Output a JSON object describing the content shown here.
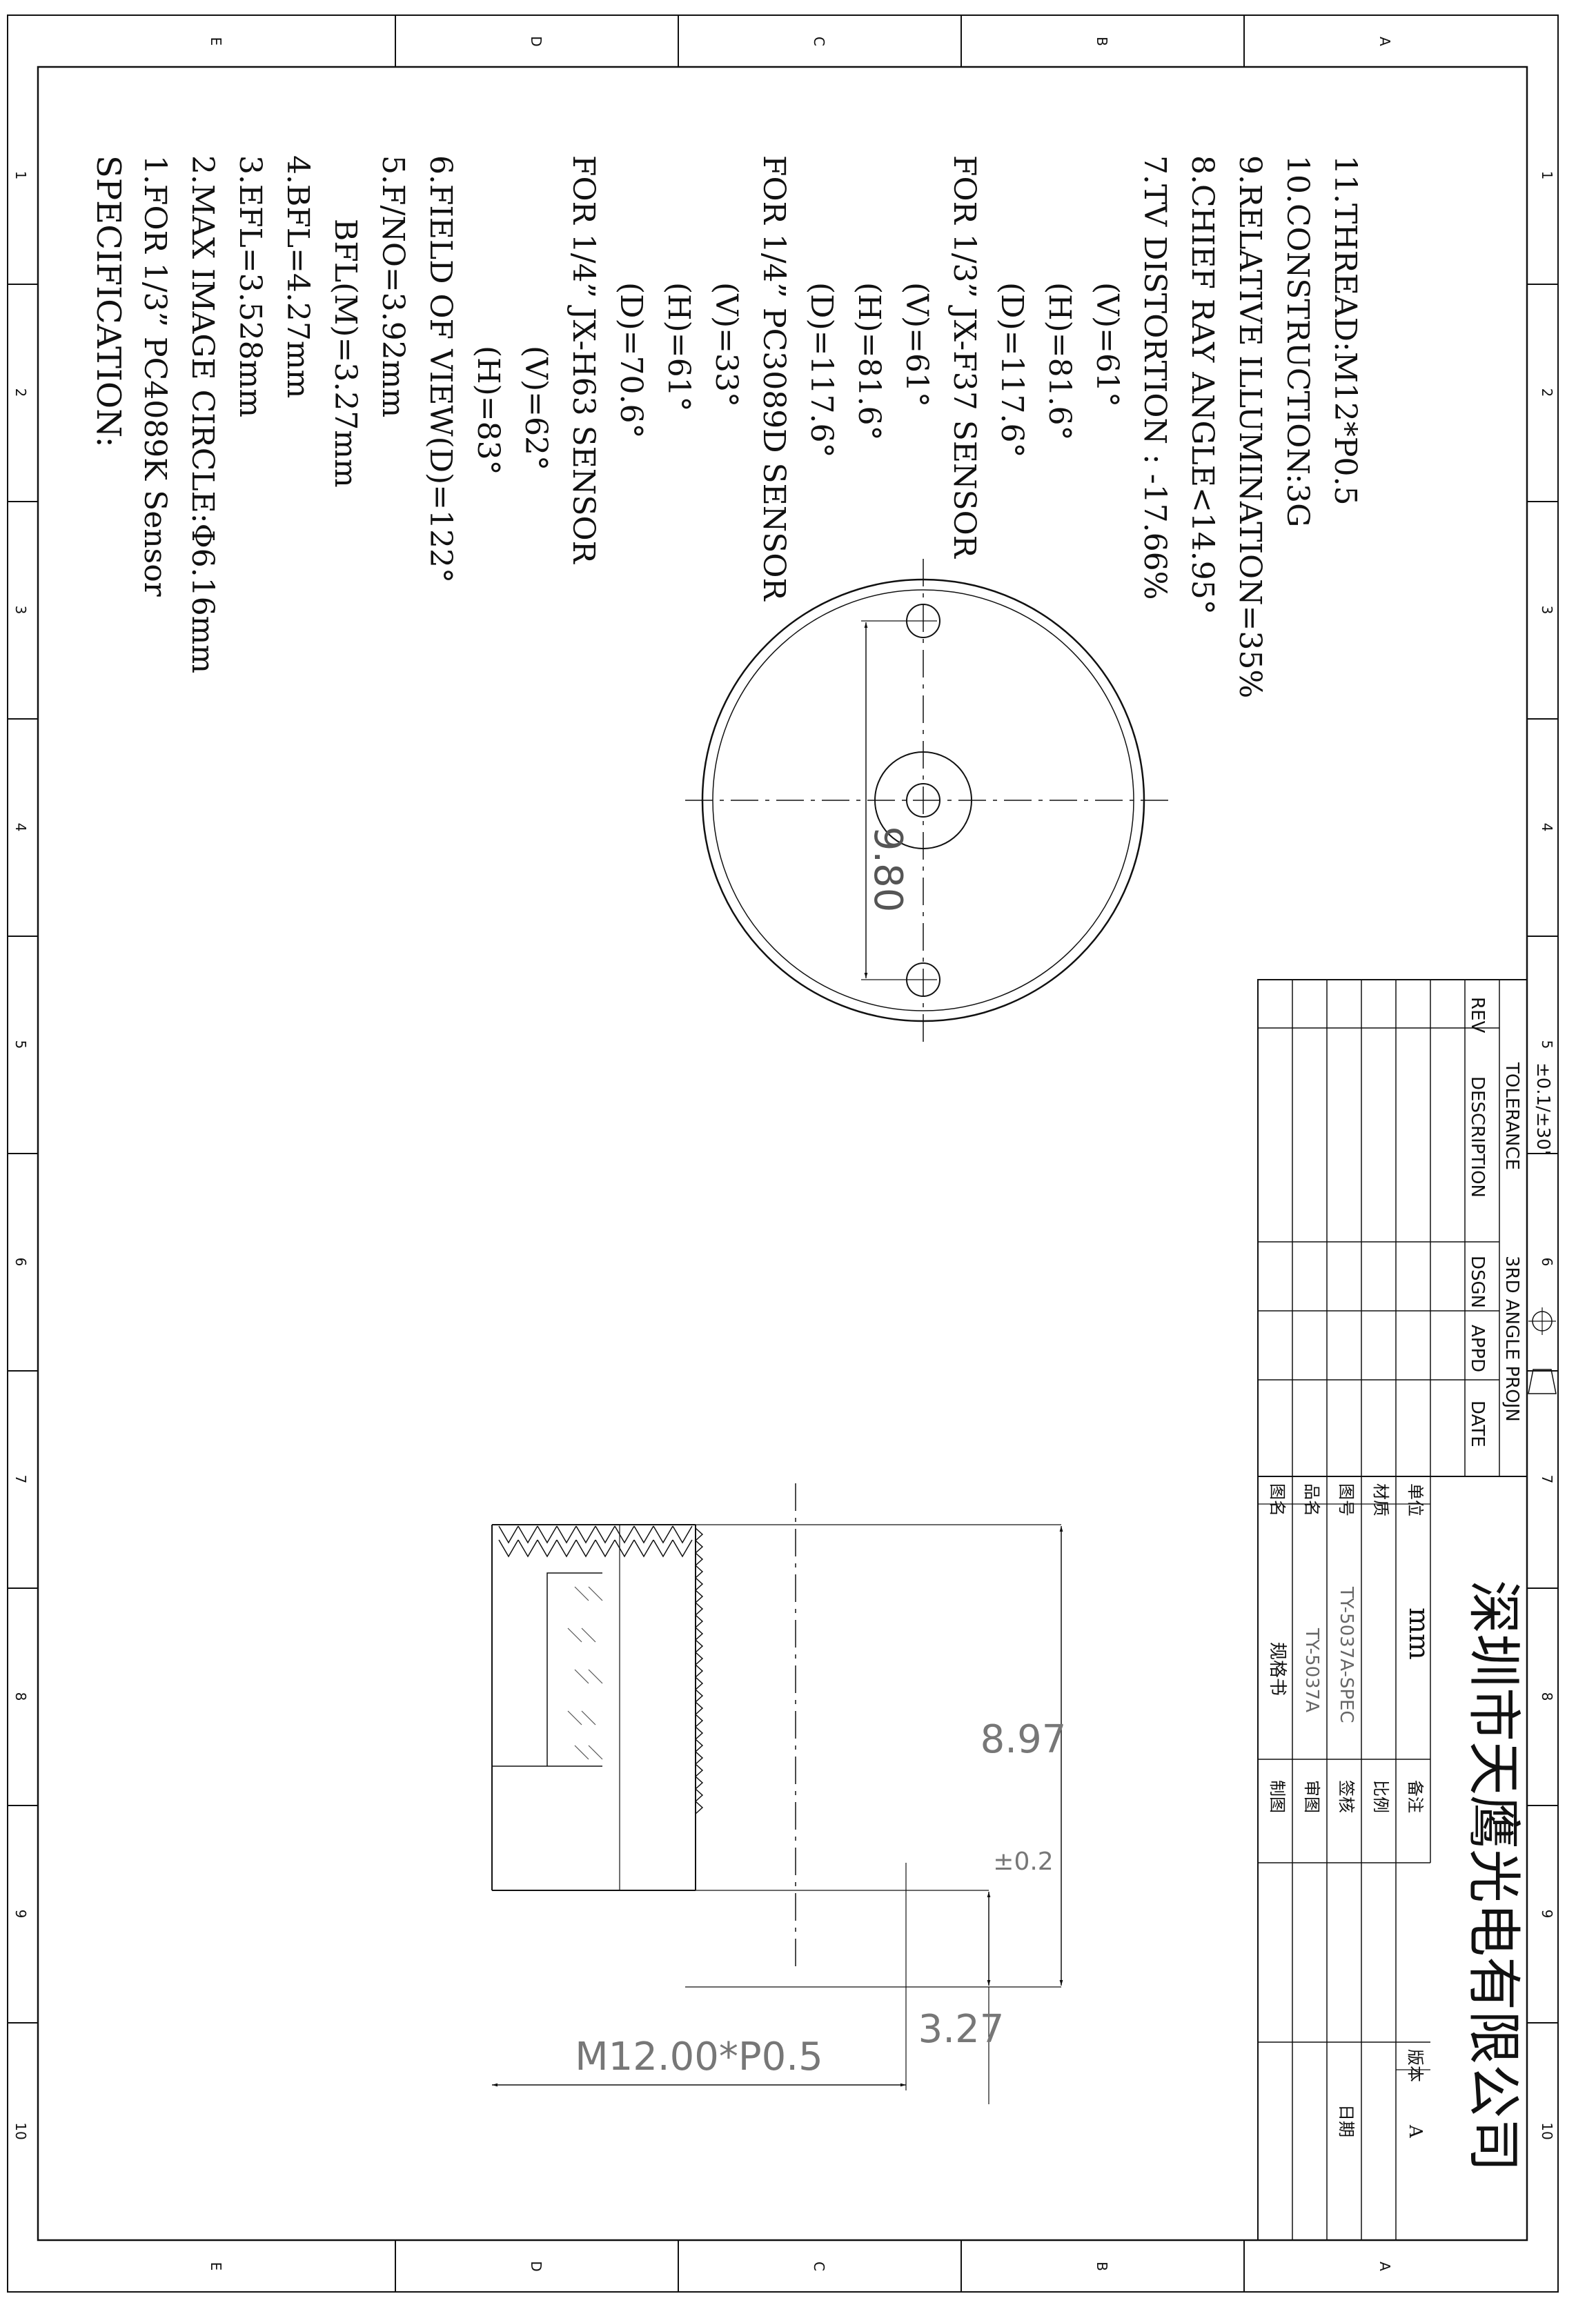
{
  "spec": {
    "title": "SPECIFICATION:",
    "lines": [
      "1.FOR 1/3” PC4089K Sensor",
      "2.MAX IMAGE CIRCLE:Φ6.16mm",
      "3.EFL=3.528mm",
      "4.BFL=4.27mm",
      "BFL(M)=3.27mm",
      "5.F/NO=3.92mm",
      "6.FIELD OF VIEW(D)=122°",
      "(H)=83°",
      "(V)=62°",
      "FOR 1/4” JX-H63 SENSOR",
      "(D)=70.6°",
      "(H)=61°",
      "(V)=33°",
      "FOR 1/4” PC3089D SENSOR",
      "(D)=117.6°",
      "(H)=81.6°",
      "(V)=61°",
      "FOR 1/3” JX-F37 SENSOR",
      "(D)=117.6°",
      "(H)=81.6°",
      "(V)=61°",
      "7.TV DISTORTION : -17.66%",
      "8.CHIEF RAY ANGLE<14.95°",
      "9.RELATIVE ILLUMINATION=35%",
      "10.CONSTRUCTION:3G",
      "11.THREAD:M12*P0.5"
    ]
  },
  "dims": {
    "top_width": "9.80",
    "height": "8.97",
    "height_tol": "±0.2",
    "flange": "3.27",
    "thread": "M12.00*P0.5"
  },
  "grid": {
    "cols": [
      "1",
      "2",
      "3",
      "4",
      "5",
      "6",
      "7",
      "8",
      "9",
      "10"
    ],
    "rows": [
      "A",
      "B",
      "C",
      "D",
      "E"
    ]
  },
  "rev_block": {
    "headers": [
      "REV",
      "DESCRIPTION",
      "DSGN",
      "APPD",
      "DATE"
    ],
    "tolerance_label": "TOLERANCE",
    "tolerance_value": "±0.1/±30'",
    "projection": "3RD ANGLE PROJN"
  },
  "title_block": {
    "label_name": "图名",
    "value_name": "规格书",
    "label_drawn": "制图",
    "label_product": "品名",
    "value_product": "TY-5037A",
    "label_review": "审图",
    "label_drawing_no": "图号",
    "value_drawing_no": "TY-5037A-SPEC",
    "label_sign": "签核",
    "label_date": "日期",
    "label_material": "材质",
    "label_scale": "比例",
    "label_version": "版本",
    "value_version": "A",
    "label_unit": "单位",
    "value_unit": "mm",
    "label_note": "备注",
    "company": "深圳市天鹰光电有限公司"
  }
}
